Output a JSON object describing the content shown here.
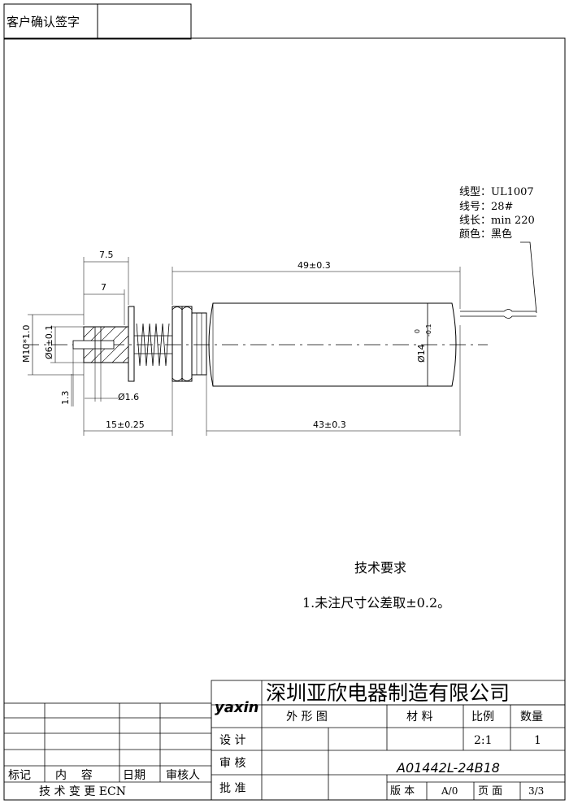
{
  "customer_confirm": {
    "label": "客户确认签字",
    "value": ""
  },
  "wire_spec": {
    "type": "线型：UL1007",
    "gauge": "线号：28#",
    "length": "线长：min 220",
    "color": "颜色：黑色"
  },
  "dimensions": {
    "d_7_5": "7.5",
    "d_7": "7",
    "d_49": "49±0.3",
    "d_m10": "M10*1.0",
    "d_phi6": "Ø6±0.1",
    "d_phi14": "Ø14",
    "d_phi14_upper": "0",
    "d_phi14_lower": "-0.1",
    "d_1_3": "1.3",
    "d_phi1_6": "Ø1.6",
    "d_15": "15±0.25",
    "d_43": "43±0.3"
  },
  "tech_requirements": {
    "title": "技术要求",
    "note": "1.未注尺寸公差取±0.2。"
  },
  "title_block": {
    "logo": "yaxin",
    "company": "深圳亚欣电器制造有限公司",
    "drawing_name": "外 形 图",
    "material_label": "材 料",
    "scale_label": "比例",
    "qty_label": "数量",
    "design_label": "设 计",
    "review_label": "审 核",
    "approve_label": "批 准",
    "scale_value": "2:1",
    "qty_value": "1",
    "part_number": "A01442L-24B18",
    "version_label": "版 本",
    "version_value": "A/0",
    "page_label": "页 面",
    "page_value": "3/3"
  },
  "revision_block": {
    "mark": "标记",
    "content": "内    容",
    "date": "日期",
    "reviewer": "审核人",
    "ecn": "技 术 变 更 ECN"
  }
}
